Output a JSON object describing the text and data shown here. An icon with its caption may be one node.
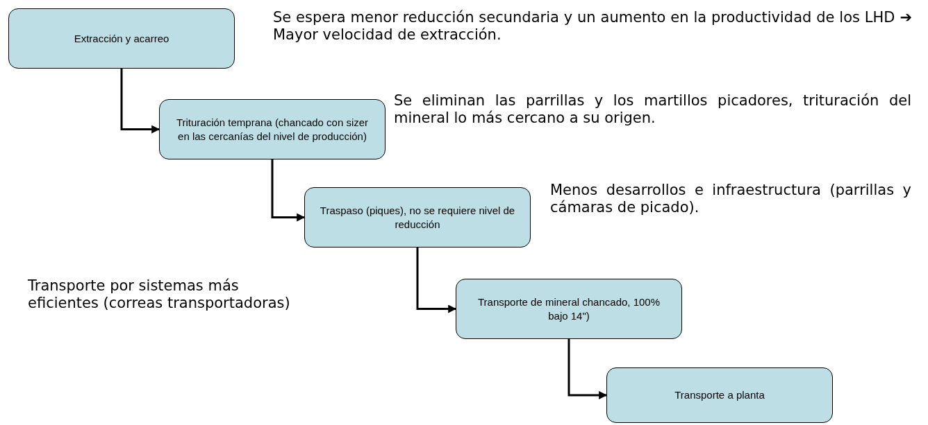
{
  "diagram": {
    "nodes": [
      {
        "text": [
          "Extracción y acarreo"
        ]
      },
      {
        "text": [
          "Trituración temprana (chancado con sizer en las cercanías del nivel de producción)"
        ]
      },
      {
        "text": [
          "Traspaso (piques), no se requiere nivel de reducción"
        ]
      },
      {
        "text": [
          "Transporte de mineral chancado, 100% bajo 14\")"
        ]
      },
      {
        "text": [
          "Transporte a planta"
        ]
      }
    ],
    "edges": [
      {
        "from": 0,
        "to": 1,
        "arrow": "to"
      },
      {
        "from": 1,
        "to": 2,
        "arrow": "to"
      },
      {
        "from": 2,
        "to": 3,
        "arrow": "to"
      },
      {
        "from": 3,
        "to": 4,
        "arrow": "to"
      }
    ],
    "labels": [
      "Se espera menor reducción secundaria y un aumento en la productividad de los LHD ➔ Mayor velocidad de extracción.",
      "Se eliminan las parrillas y los martillos picadores, trituración del mineral lo más cercano a su origen.",
      "Menos desarrollos e infraestructura (parrillas y cámaras de picado).",
      "Transporte por sistemas más eficientes (correas transportadoras)"
    ]
  }
}
